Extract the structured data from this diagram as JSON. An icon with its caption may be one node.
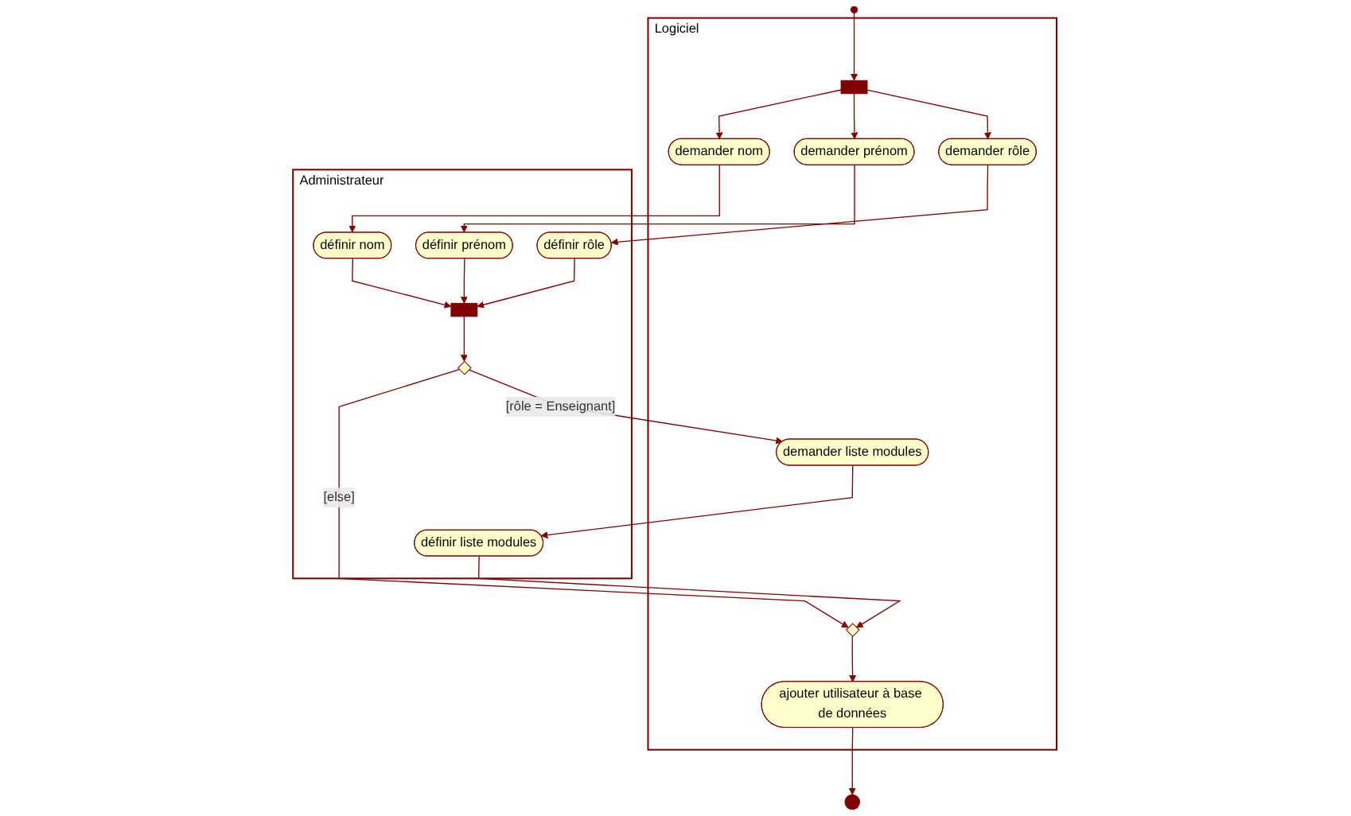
{
  "diagram": {
    "nodes": [
      {
        "text": [
          "Logiciel"
        ]
      },
      {
        "text": [
          "Administrateur"
        ]
      },
      {
        "text": [],
        "shape": "circle"
      },
      {
        "text": [],
        "shape": "bar",
        "in": 0
      },
      {
        "text": [
          "demander nom"
        ],
        "in": 0
      },
      {
        "text": [
          "demander prénom"
        ],
        "in": 0
      },
      {
        "text": [
          "demander rôle"
        ],
        "in": 0
      },
      {
        "text": [
          "définir nom"
        ],
        "in": 1
      },
      {
        "text": [
          "définir prénom"
        ],
        "in": 1
      },
      {
        "text": [
          "définir rôle"
        ],
        "in": 1
      },
      {
        "text": [],
        "shape": "bar",
        "in": 1
      },
      {
        "text": [],
        "shape": "diamond",
        "in": 1
      },
      {
        "text": [
          "demander liste modules"
        ],
        "in": 0
      },
      {
        "text": [
          "définir liste modules"
        ],
        "in": 1
      },
      {
        "text": [],
        "shape": "diamond",
        "in": 0
      },
      {
        "text": [
          "ajouter utilisateur à base de données"
        ],
        "in": 0
      },
      {
        "text": [],
        "shape": "bullseye"
      }
    ],
    "edges": [
      {
        "from": 2,
        "to": 3,
        "arrow": "to"
      },
      {
        "from": 3,
        "to": 4,
        "arrow": "to"
      },
      {
        "from": 3,
        "to": 5,
        "arrow": "to"
      },
      {
        "from": 3,
        "to": 6,
        "arrow": "to"
      },
      {
        "from": 4,
        "to": 7,
        "arrow": "to"
      },
      {
        "from": 5,
        "to": 8,
        "arrow": "to"
      },
      {
        "from": 6,
        "to": 9,
        "arrow": "to"
      },
      {
        "from": 7,
        "to": 10,
        "arrow": "to"
      },
      {
        "from": 8,
        "to": 10,
        "arrow": "to"
      },
      {
        "from": 9,
        "to": 10,
        "arrow": "to"
      },
      {
        "from": 10,
        "to": 11,
        "arrow": "to"
      },
      {
        "from": 11,
        "to": 12,
        "arrow": "to",
        "label": "[rôle = Enseignant]"
      },
      {
        "from": 11,
        "to": 14,
        "arrow": "to",
        "label": "[else]"
      },
      {
        "from": 12,
        "to": 13,
        "arrow": "to"
      },
      {
        "from": 13,
        "to": 14,
        "arrow": "to"
      },
      {
        "from": 14,
        "to": 15,
        "arrow": "to"
      },
      {
        "from": 15,
        "to": 16,
        "arrow": "to"
      }
    ]
  }
}
